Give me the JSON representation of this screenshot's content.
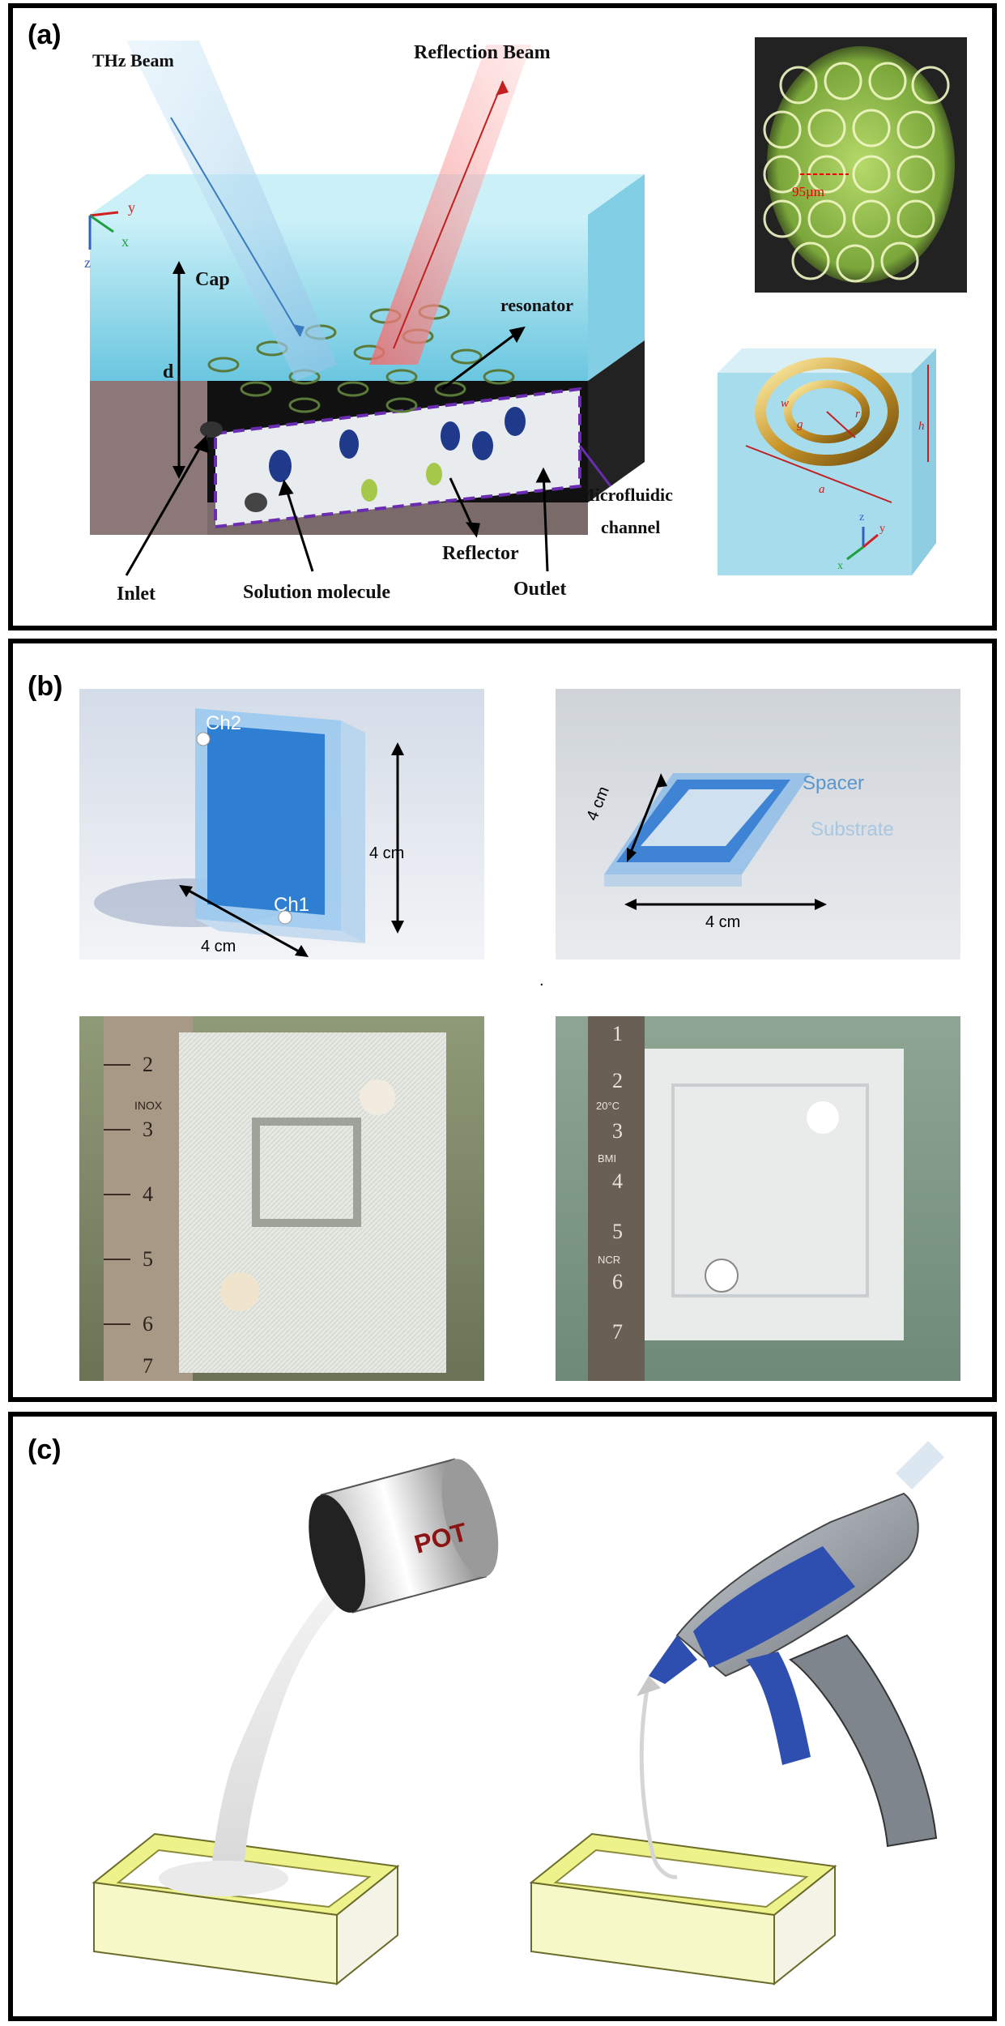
{
  "panels": {
    "a": {
      "label": "(a)",
      "thz_beam": "THz Beam",
      "reflection_beam": "Reflection Beam",
      "cap": "Cap",
      "d": "d",
      "resonator": "resonator",
      "microfluidic": "Microfluidic",
      "channel": "channel",
      "inlet": "Inlet",
      "solution_molecule": "Solution molecule",
      "reflector": "Reflector",
      "outlet": "Outlet",
      "axis_y": "y",
      "axis_x": "x",
      "axis_z": "z",
      "scale": "95µm",
      "unit_w": "w",
      "unit_g": "g",
      "unit_r": "r",
      "unit_h": "h",
      "unit_a": "a"
    },
    "b": {
      "label": "(b)",
      "ch2": "Ch2",
      "ch1": "Ch1",
      "dim1": "4 cm",
      "dim2": "4 cm",
      "dim3": "4 cm",
      "dim4": "4 cm",
      "spacer": "Spacer",
      "substrate": "Substrate",
      "dot": ".",
      "ruler1": [
        "2",
        "3",
        "4",
        "5",
        "6",
        "7"
      ],
      "ruler1_mark": "INOX",
      "ruler2": [
        "1",
        "2",
        "3",
        "4",
        "5",
        "6",
        "7"
      ],
      "ruler2_marks": [
        "20°C",
        "BMI",
        "NCR"
      ]
    },
    "c": {
      "label": "(c)",
      "pot": "POT"
    }
  },
  "colors": {
    "frame": "#000000",
    "beam_blue": "#8fc4e6",
    "beam_red": "#f04a4a",
    "cap_cyan": "#7fd6ea",
    "channel_purple": "#6a2cb0",
    "mold_yellow": "#eef28a",
    "gun_blue": "#2f4fb0"
  }
}
